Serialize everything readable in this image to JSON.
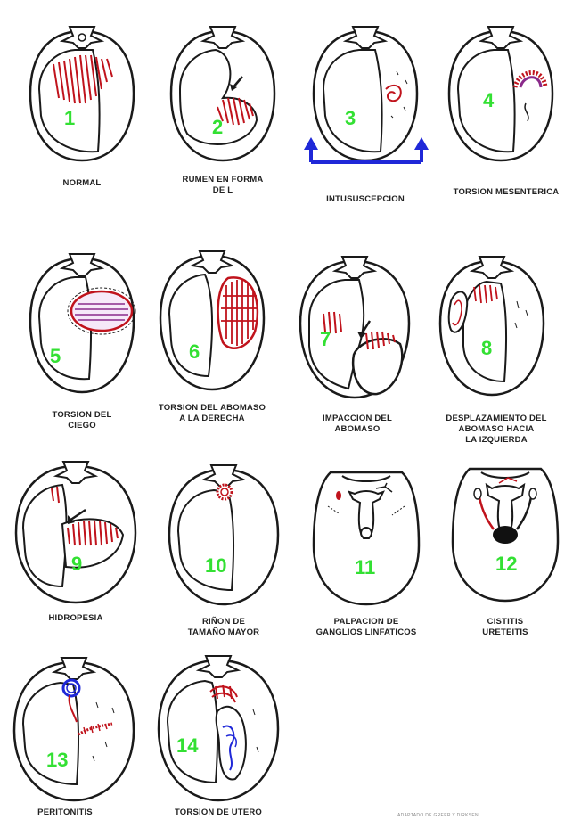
{
  "colors": {
    "outline": "#1a1a1a",
    "hatch": "#c0131c",
    "number": "#33e033",
    "arrow": "#1f28d8",
    "blue_ink": "#1f28d8",
    "purple": "#8a2a8a"
  },
  "panels": [
    {
      "number": "1",
      "caption": [
        "NORMAL"
      ],
      "icon": "normal-section-icon"
    },
    {
      "number": "2",
      "caption": [
        "RUMEN EN FORMA",
        "DE L"
      ],
      "icon": "l-rumen-section-icon"
    },
    {
      "number": "3",
      "caption": [
        "INTUSUSCEPCION"
      ],
      "icon": "intussusception-section-icon"
    },
    {
      "number": "4",
      "caption": [
        "TORSION MESENTERICA"
      ],
      "icon": "mesenteric-torsion-section-icon"
    },
    {
      "number": "5",
      "caption": [
        "TORSION DEL",
        "CIEGO"
      ],
      "icon": "cecal-torsion-section-icon"
    },
    {
      "number": "6",
      "caption": [
        "TORSION DEL ABOMASO",
        "A LA DERECHA"
      ],
      "icon": "abomasal-torsion-section-icon"
    },
    {
      "number": "7",
      "caption": [
        "IMPACCION DEL",
        "ABOMASO"
      ],
      "icon": "abomasal-impaction-section-icon"
    },
    {
      "number": "8",
      "caption": [
        "DESPLAZAMIENTO DEL",
        "ABOMASO HACIA",
        "LA IZQUIERDA"
      ],
      "icon": "left-displacement-section-icon"
    },
    {
      "number": "9",
      "caption": [
        "HIDROPESIA"
      ],
      "icon": "hydrops-section-icon"
    },
    {
      "number": "10",
      "caption": [
        "RIÑON DE",
        "TAMAÑO MAYOR"
      ],
      "icon": "enlarged-kidney-section-icon"
    },
    {
      "number": "11",
      "caption": [
        "PALPACION DE",
        "GANGLIOS LINFATICOS"
      ],
      "icon": "lymph-node-palpation-section-icon"
    },
    {
      "number": "12",
      "caption": [
        "CISTITIS",
        "URETEITIS"
      ],
      "icon": "cystitis-section-icon"
    },
    {
      "number": "13",
      "caption": [
        "PERITONITIS"
      ],
      "icon": "peritonitis-section-icon"
    },
    {
      "number": "14",
      "caption": [
        "TORSION DE UTERO"
      ],
      "icon": "uterine-torsion-section-icon"
    }
  ],
  "credit": "ADAPTADO DE GREER Y DIRKSEN"
}
